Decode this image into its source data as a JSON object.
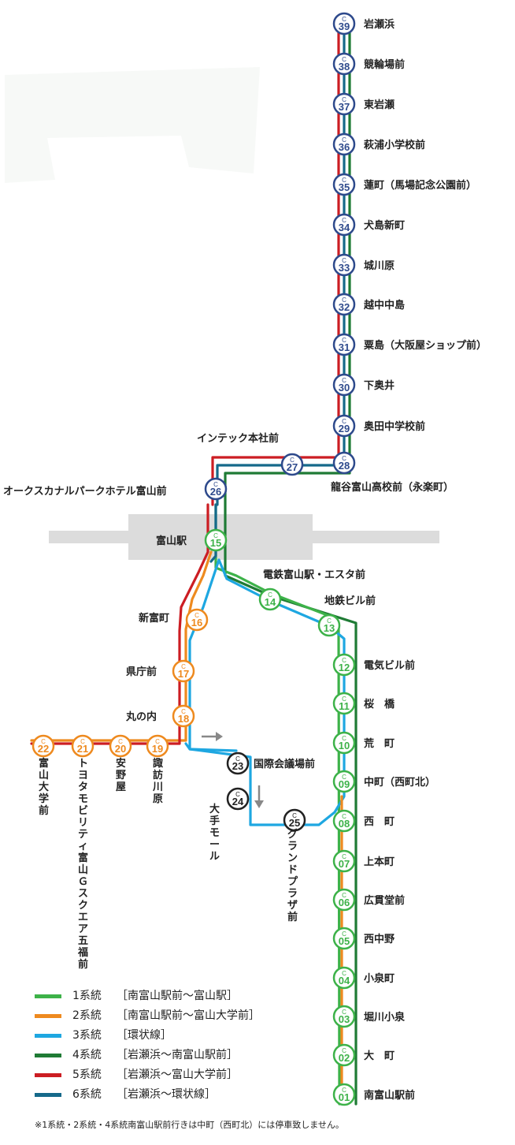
{
  "colors": {
    "line1": "#3db249",
    "line2": "#ee8a1f",
    "line3": "#1ea7e1",
    "line4": "#1f7b35",
    "line5": "#cc1d23",
    "line6": "#15698a",
    "ring_navy": "#2e4a8c",
    "ring_green": "#3db249",
    "ring_orange": "#ee8a1f",
    "ring_black": "#222222",
    "station_block": "#dcdcdc"
  },
  "stations": [
    {
      "code": "39",
      "name": "岩瀬浜"
    },
    {
      "code": "38",
      "name": "競輪場前"
    },
    {
      "code": "37",
      "name": "東岩瀬"
    },
    {
      "code": "36",
      "name": "萩浦小学校前"
    },
    {
      "code": "35",
      "name": "蓮町（馬場記念公園前）"
    },
    {
      "code": "34",
      "name": "犬島新町"
    },
    {
      "code": "33",
      "name": "城川原"
    },
    {
      "code": "32",
      "name": "越中中島"
    },
    {
      "code": "31",
      "name": "粟島（大阪屋ショップ前）"
    },
    {
      "code": "30",
      "name": "下奥井"
    },
    {
      "code": "29",
      "name": "奥田中学校前"
    },
    {
      "code": "28",
      "name": "龍谷富山高校前（永楽町）"
    },
    {
      "code": "27",
      "name": "インテック本社前"
    },
    {
      "code": "26",
      "name": "オークスカナルパークホテル富山前"
    },
    {
      "code": "15",
      "name": "富山駅"
    },
    {
      "code": "14",
      "name": "電鉄富山駅・エスタ前"
    },
    {
      "code": "13",
      "name": "地鉄ビル前"
    },
    {
      "code": "12",
      "name": "電気ビル前"
    },
    {
      "code": "11",
      "name": "桜　橋"
    },
    {
      "code": "10",
      "name": "荒　町"
    },
    {
      "code": "09",
      "name": "中町（西町北）"
    },
    {
      "code": "08",
      "name": "西　町"
    },
    {
      "code": "07",
      "name": "上本町"
    },
    {
      "code": "06",
      "name": "広貫堂前"
    },
    {
      "code": "05",
      "name": "西中野"
    },
    {
      "code": "04",
      "name": "小泉町"
    },
    {
      "code": "03",
      "name": "堀川小泉"
    },
    {
      "code": "02",
      "name": "大　町"
    },
    {
      "code": "01",
      "name": "南富山駅前"
    },
    {
      "code": "16",
      "name": "新富町"
    },
    {
      "code": "17",
      "name": "県庁前"
    },
    {
      "code": "18",
      "name": "丸の内"
    },
    {
      "code": "19",
      "name": "諏訪川原"
    },
    {
      "code": "20",
      "name": "安野屋"
    },
    {
      "code": "21",
      "name": "トヨタモビリティ富山Ｇスクエア五福前"
    },
    {
      "code": "22",
      "name": "富山大学前"
    },
    {
      "code": "23",
      "name": "国際会議場前"
    },
    {
      "code": "24",
      "name": "大手モール"
    },
    {
      "code": "25",
      "name": "グランドプラザ前"
    }
  ],
  "station_prefix": "C",
  "legend": [
    {
      "num": "1系統",
      "route": "［南富山駅前～富山駅］",
      "color": "#3db249"
    },
    {
      "num": "2系統",
      "route": "［南富山駅前～富山大学前］",
      "color": "#ee8a1f"
    },
    {
      "num": "3系統",
      "route": "［環状線］",
      "color": "#1ea7e1"
    },
    {
      "num": "4系統",
      "route": "［岩瀬浜～南富山駅前］",
      "color": "#1f7b35"
    },
    {
      "num": "5系統",
      "route": "［岩瀬浜～富山大学前］",
      "color": "#cc1d23"
    },
    {
      "num": "6系統",
      "route": "［岩瀬浜～環状線］",
      "color": "#15698a"
    }
  ],
  "note": "※1系統・2系統・4系統南富山駅前行きは中町（西町北）には停車致しません。"
}
